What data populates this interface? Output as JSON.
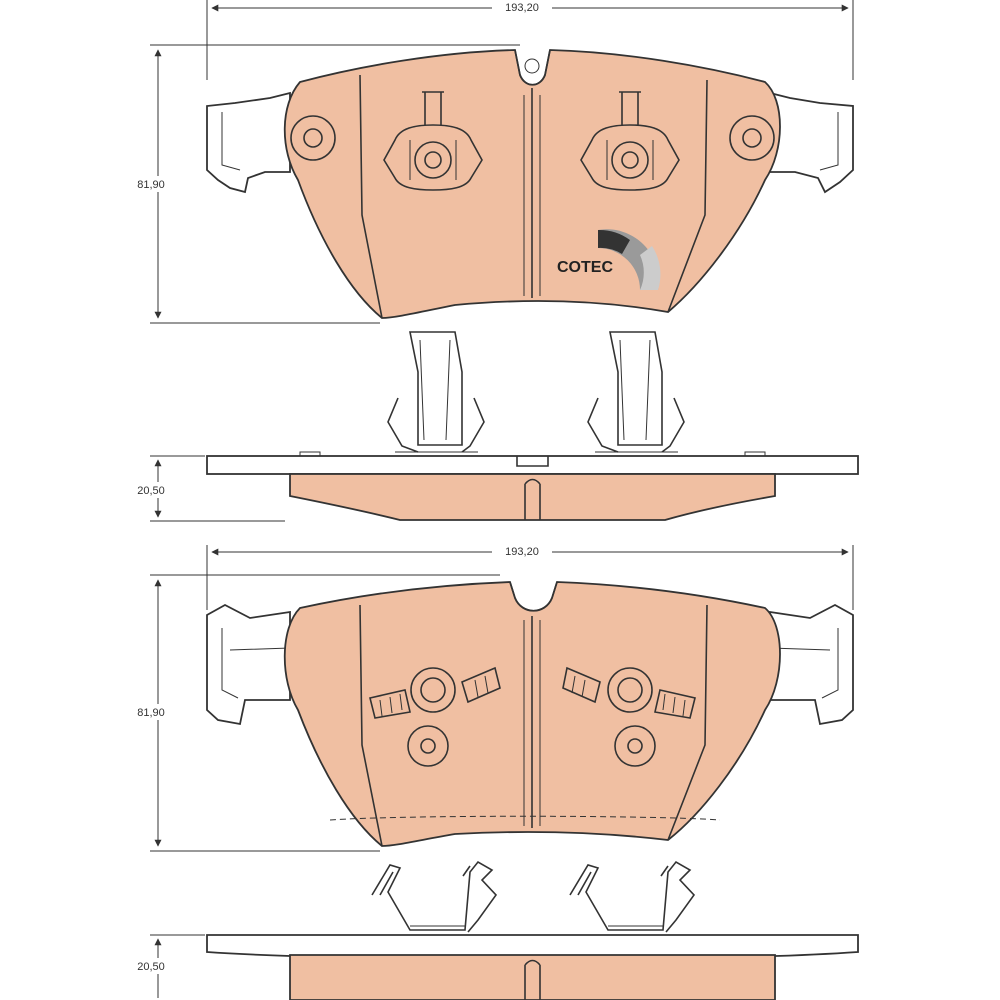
{
  "top_view": {
    "width_label": "193,20",
    "height_label": "81,90",
    "thickness_label": "20,50"
  },
  "bottom_view": {
    "width_label": "193,20",
    "height_label": "81,90",
    "thickness_label": "20,50"
  },
  "logo": {
    "text": "COTEC"
  },
  "colors": {
    "friction": "#f0bfa2",
    "outline": "#333333",
    "backing": "#ffffff"
  }
}
